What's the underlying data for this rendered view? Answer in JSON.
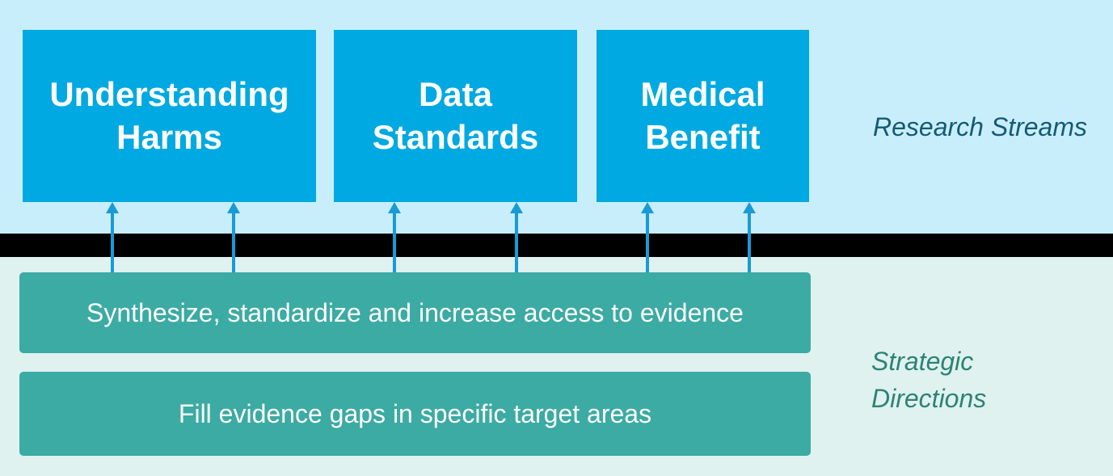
{
  "streams": {
    "label": "Research Streams",
    "boxes": [
      {
        "title": "Understanding Harms"
      },
      {
        "title": "Data Standards"
      },
      {
        "title": "Medical Benefit"
      }
    ]
  },
  "directions": {
    "label": "Strategic Directions",
    "boxes": [
      {
        "title": "Synthesize, standardize and increase access to evidence"
      },
      {
        "title": "Fill evidence gaps in specific target areas"
      }
    ]
  },
  "colors": {
    "stream_box": "#00a9e1",
    "direction_box": "#3baba3",
    "top_background": "#c8eefc",
    "bottom_background": "#dff2ef",
    "divider": "#000000",
    "arrow": "#189bd7",
    "streams_label_text": "#155a74",
    "directions_label_text": "#2e8276",
    "box_text": "#ffffff"
  }
}
